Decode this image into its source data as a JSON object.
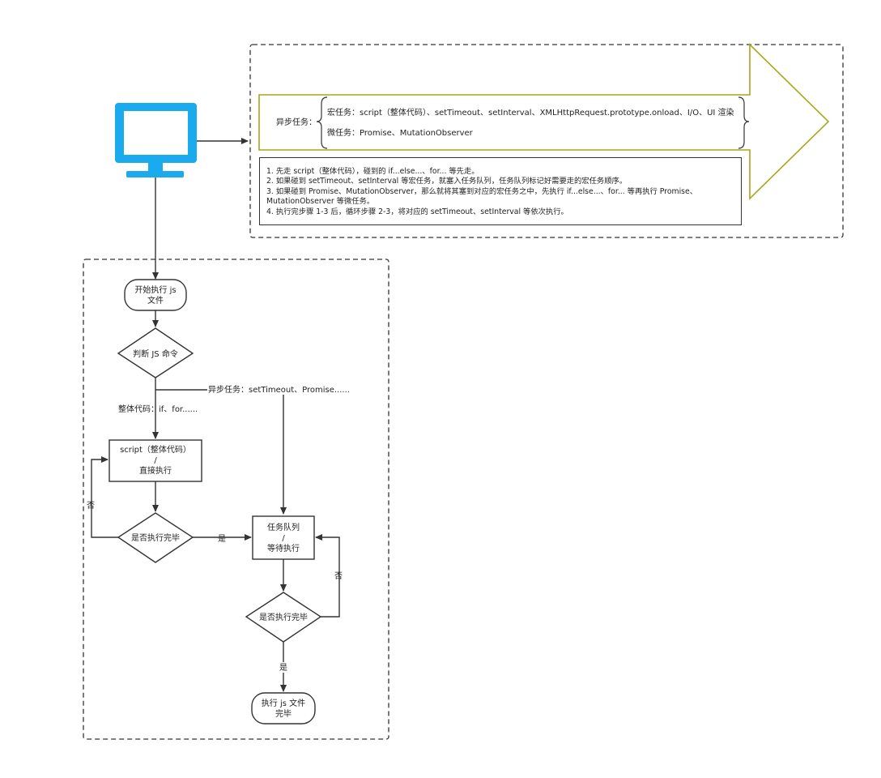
{
  "top_panel": {
    "async_label": "异步任务：",
    "macro_text": "宏任务：script（整体代码）、setTimeout、setInterval、XMLHttpRequest.prototype.onload、I/O、UI 渲染",
    "micro_text": "微任务：Promise、MutationObserver",
    "steps": [
      "1. 先走 script（整体代码），碰到的 if...else...、for... 等先走。",
      "2. 如果碰到 setTimeout、setInterval 等宏任务，就塞入任务队列，任务队列标记好需要走的宏任务顺序。",
      "3. 如果碰到 Promise、MutationObserver，那么就将其塞到对应的宏任务之中，先执行 if...else...、for... 等再执行 Promise、",
      "MutationObserver 等微任务。",
      "4. 执行完步骤 1-3 后，循环步骤 2-3，将对应的 setTimeout、setInterval 等依次执行。"
    ]
  },
  "flow": {
    "start_l1": "开始执行 js",
    "start_l2": "文件",
    "judge": "判断 JS 命令",
    "async_branch": "异步任务：setTimeout、Promise......",
    "sync_branch": "整体代码：if、for......",
    "script_l1": "script（整体代码）",
    "script_l2": "/",
    "script_l3": "直接执行",
    "done_q_left": "是否执行完毕",
    "no_left": "否",
    "yes_left": "是",
    "queue_l1": "任务队列",
    "queue_l2": "/",
    "queue_l3": "等待执行",
    "done_q_right": "是否执行完毕",
    "no_right": "否",
    "yes_bottom": "是",
    "end_l1": "执行 js 文件",
    "end_l2": "完毕"
  },
  "colors": {
    "monitor": "#1AABEF",
    "arrow_outline": "#A4A81C",
    "stroke": "#333333"
  },
  "icons": {
    "computer": "monitor-icon"
  }
}
